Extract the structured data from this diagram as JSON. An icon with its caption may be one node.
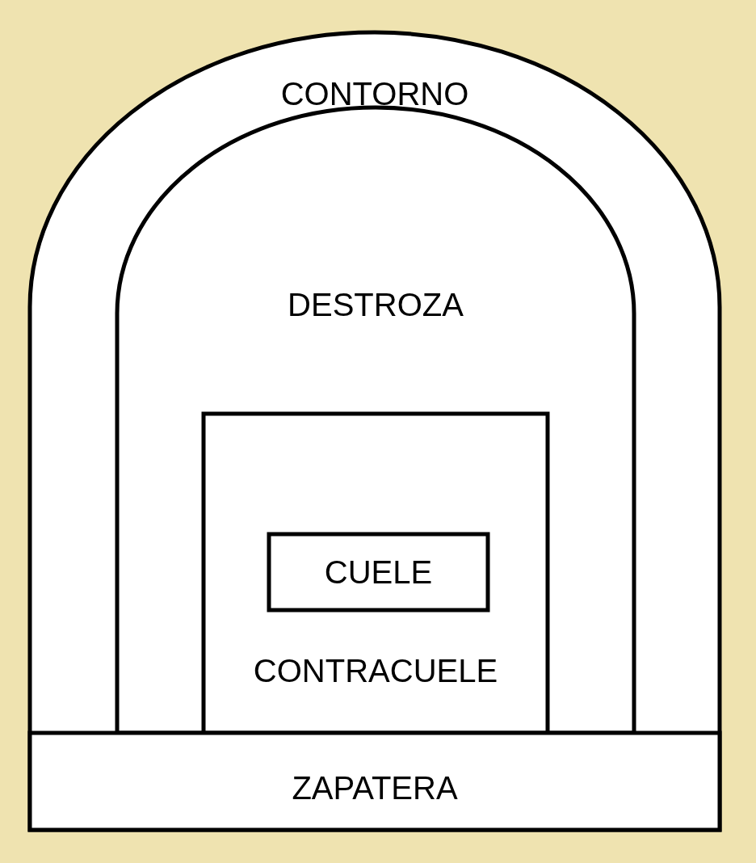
{
  "diagram": {
    "nodes": [
      {
        "text": [
          "CONTORNO"
        ]
      },
      {
        "text": [
          "DESTROZA"
        ],
        "in": 0
      },
      {
        "text": [
          "CONTRACUELE"
        ],
        "in": 1
      },
      {
        "text": [
          "CUELE"
        ],
        "in": 2
      },
      {
        "text": [
          "ZAPATERA"
        ],
        "in": 0
      }
    ]
  }
}
